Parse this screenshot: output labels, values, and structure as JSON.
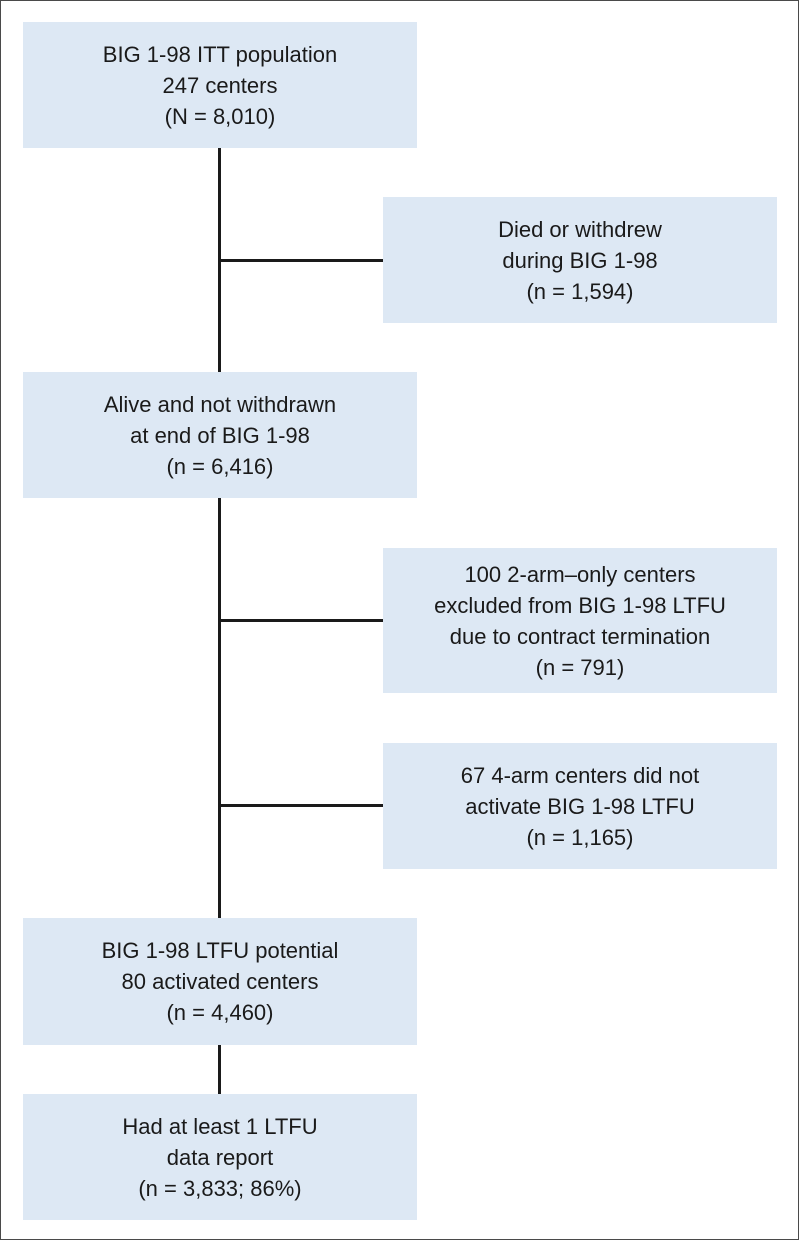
{
  "boxes": {
    "itt": {
      "lines": [
        "BIG 1-98 ITT population",
        "247 centers",
        "(N = 8,010)"
      ]
    },
    "died": {
      "lines": [
        "Died or withdrew",
        "during BIG 1-98",
        "(n = 1,594)"
      ]
    },
    "alive": {
      "lines": [
        "Alive and not withdrawn",
        "at end of BIG 1-98",
        "(n = 6,416)"
      ]
    },
    "excluded": {
      "lines": [
        "100 2-arm–only centers",
        "excluded from BIG 1-98 LTFU",
        "due to contract termination",
        "(n = 791)"
      ]
    },
    "not_activated": {
      "lines": [
        "67 4-arm centers did not",
        "activate BIG 1-98 LTFU",
        "(n = 1,165)"
      ]
    },
    "potential": {
      "lines": [
        "BIG 1-98 LTFU potential",
        "80 activated centers",
        "(n = 4,460)"
      ]
    },
    "report": {
      "lines": [
        "Had at least 1 LTFU",
        "data report",
        "(n = 3,833; 86%)"
      ]
    }
  },
  "colors": {
    "box_fill": "#dde8f4",
    "connector": "#1a1a1a",
    "border": "#4a4a4a"
  }
}
